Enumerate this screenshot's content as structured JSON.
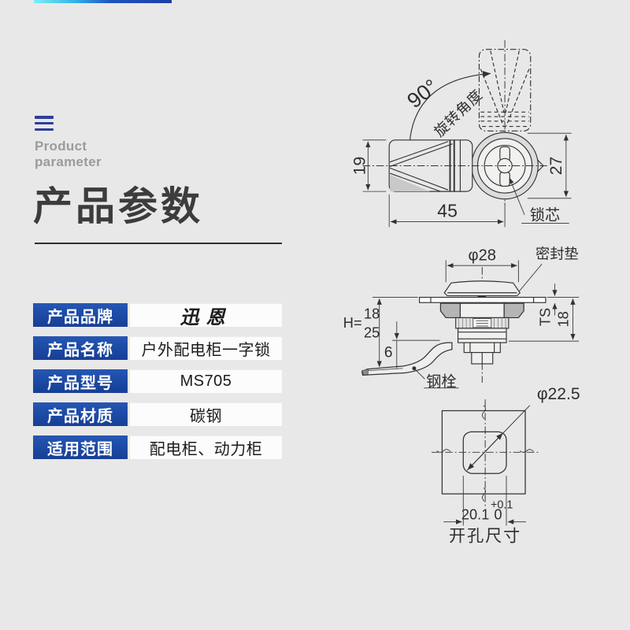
{
  "colors": {
    "background": "#e9e8e8",
    "table_blue": "#1d4ba6",
    "line": "#333333",
    "logo_cyan": "#7deef8",
    "logo_blue": "#1a3fa6"
  },
  "icons": {
    "menu": "hamburger-icon"
  },
  "header": {
    "subtitle_line1": "Product",
    "subtitle_line2": "parameter",
    "title": "产品参数"
  },
  "spec_table": {
    "rows": [
      {
        "label": "产品品牌",
        "value": "迅恩"
      },
      {
        "label": "产品名称",
        "value": "户外配电柜一字锁"
      },
      {
        "label": "产品型号",
        "value": "MS705"
      },
      {
        "label": "产品材质",
        "value": "碳钢"
      },
      {
        "label": "适用范围",
        "value": "配电柜、动力柜"
      }
    ]
  },
  "drawings": {
    "side_view": {
      "rotation_angle": "90°",
      "rotation_label": "旋转角度",
      "dim_body_height": "19",
      "dim_face_height": "27",
      "dim_length": "45",
      "lock_core_label": "锁芯"
    },
    "front_view": {
      "dim_cap_diameter": "φ28",
      "gasket_label": "密封垫",
      "h_prefix": "H=",
      "h_value_top": "18",
      "h_value_bottom": "25",
      "dim_cam_gap": "6",
      "panel_thickness_label": "TS",
      "dim_install_height": "18",
      "bolt_label": "钢栓"
    },
    "hole_view": {
      "dim_hole_diameter": "φ22.5",
      "dim_hole_width": "20.1",
      "tolerance_upper": "+0.1",
      "tolerance_lower": "0",
      "caption": "开孔尺寸"
    }
  }
}
